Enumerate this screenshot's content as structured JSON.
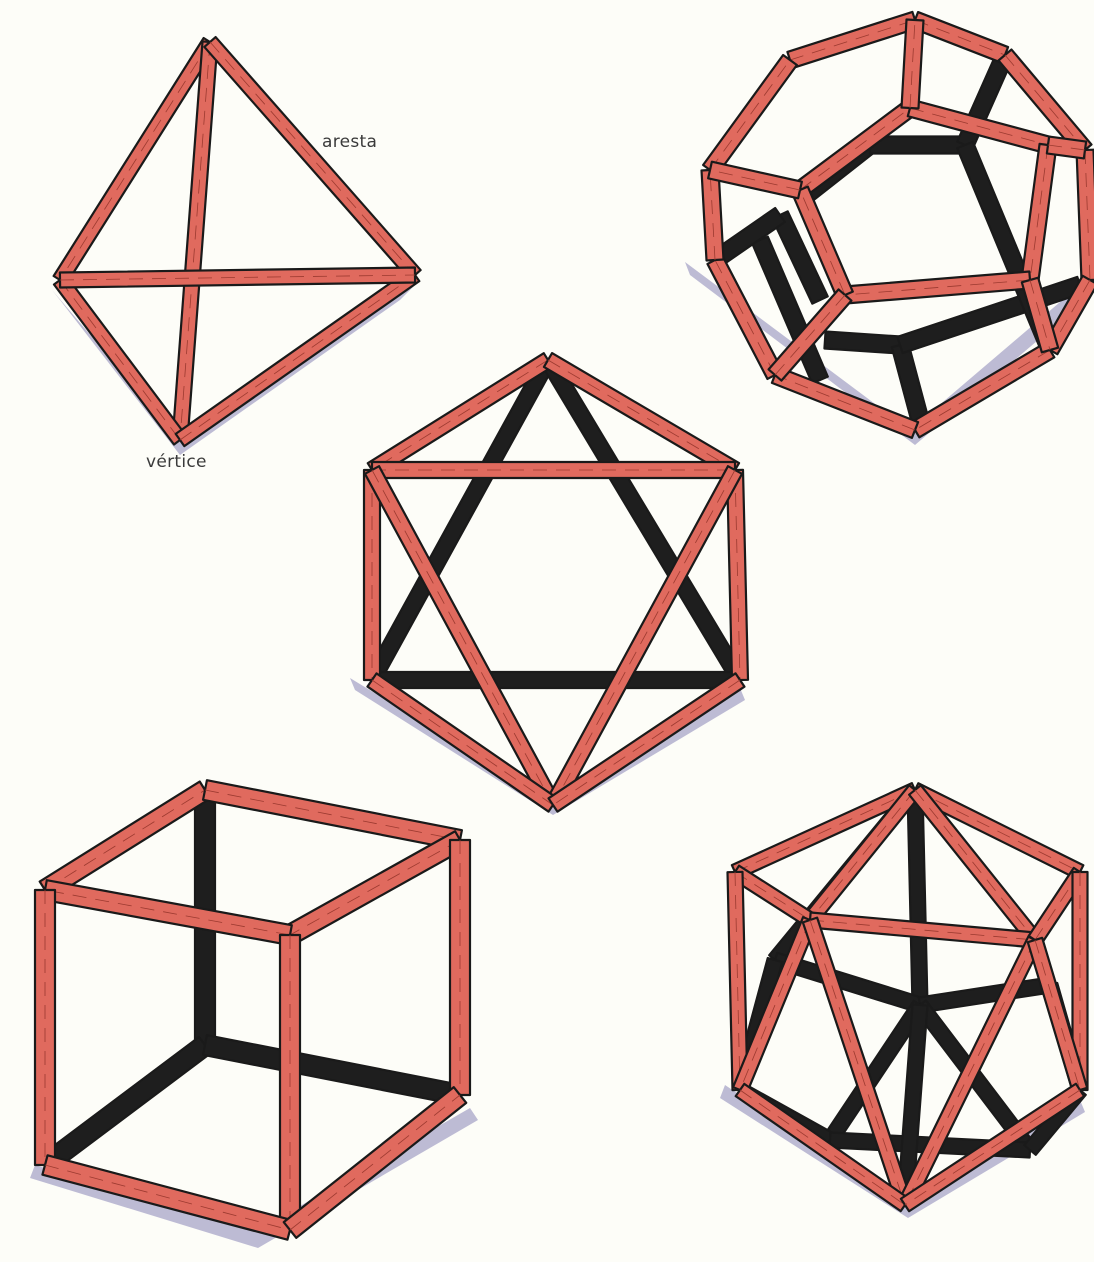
{
  "labels": {
    "edge": "aresta",
    "vertex": "vértice"
  },
  "colors": {
    "front_strut": "#e06a5e",
    "back_strut": "#1e1e1e",
    "outline": "#1a1a1a",
    "shadow": "#6e6aa8",
    "background": "#fdfdf8"
  },
  "solids": [
    "tetrahedron",
    "dodecahedron",
    "octahedron",
    "cube",
    "icosahedron"
  ]
}
